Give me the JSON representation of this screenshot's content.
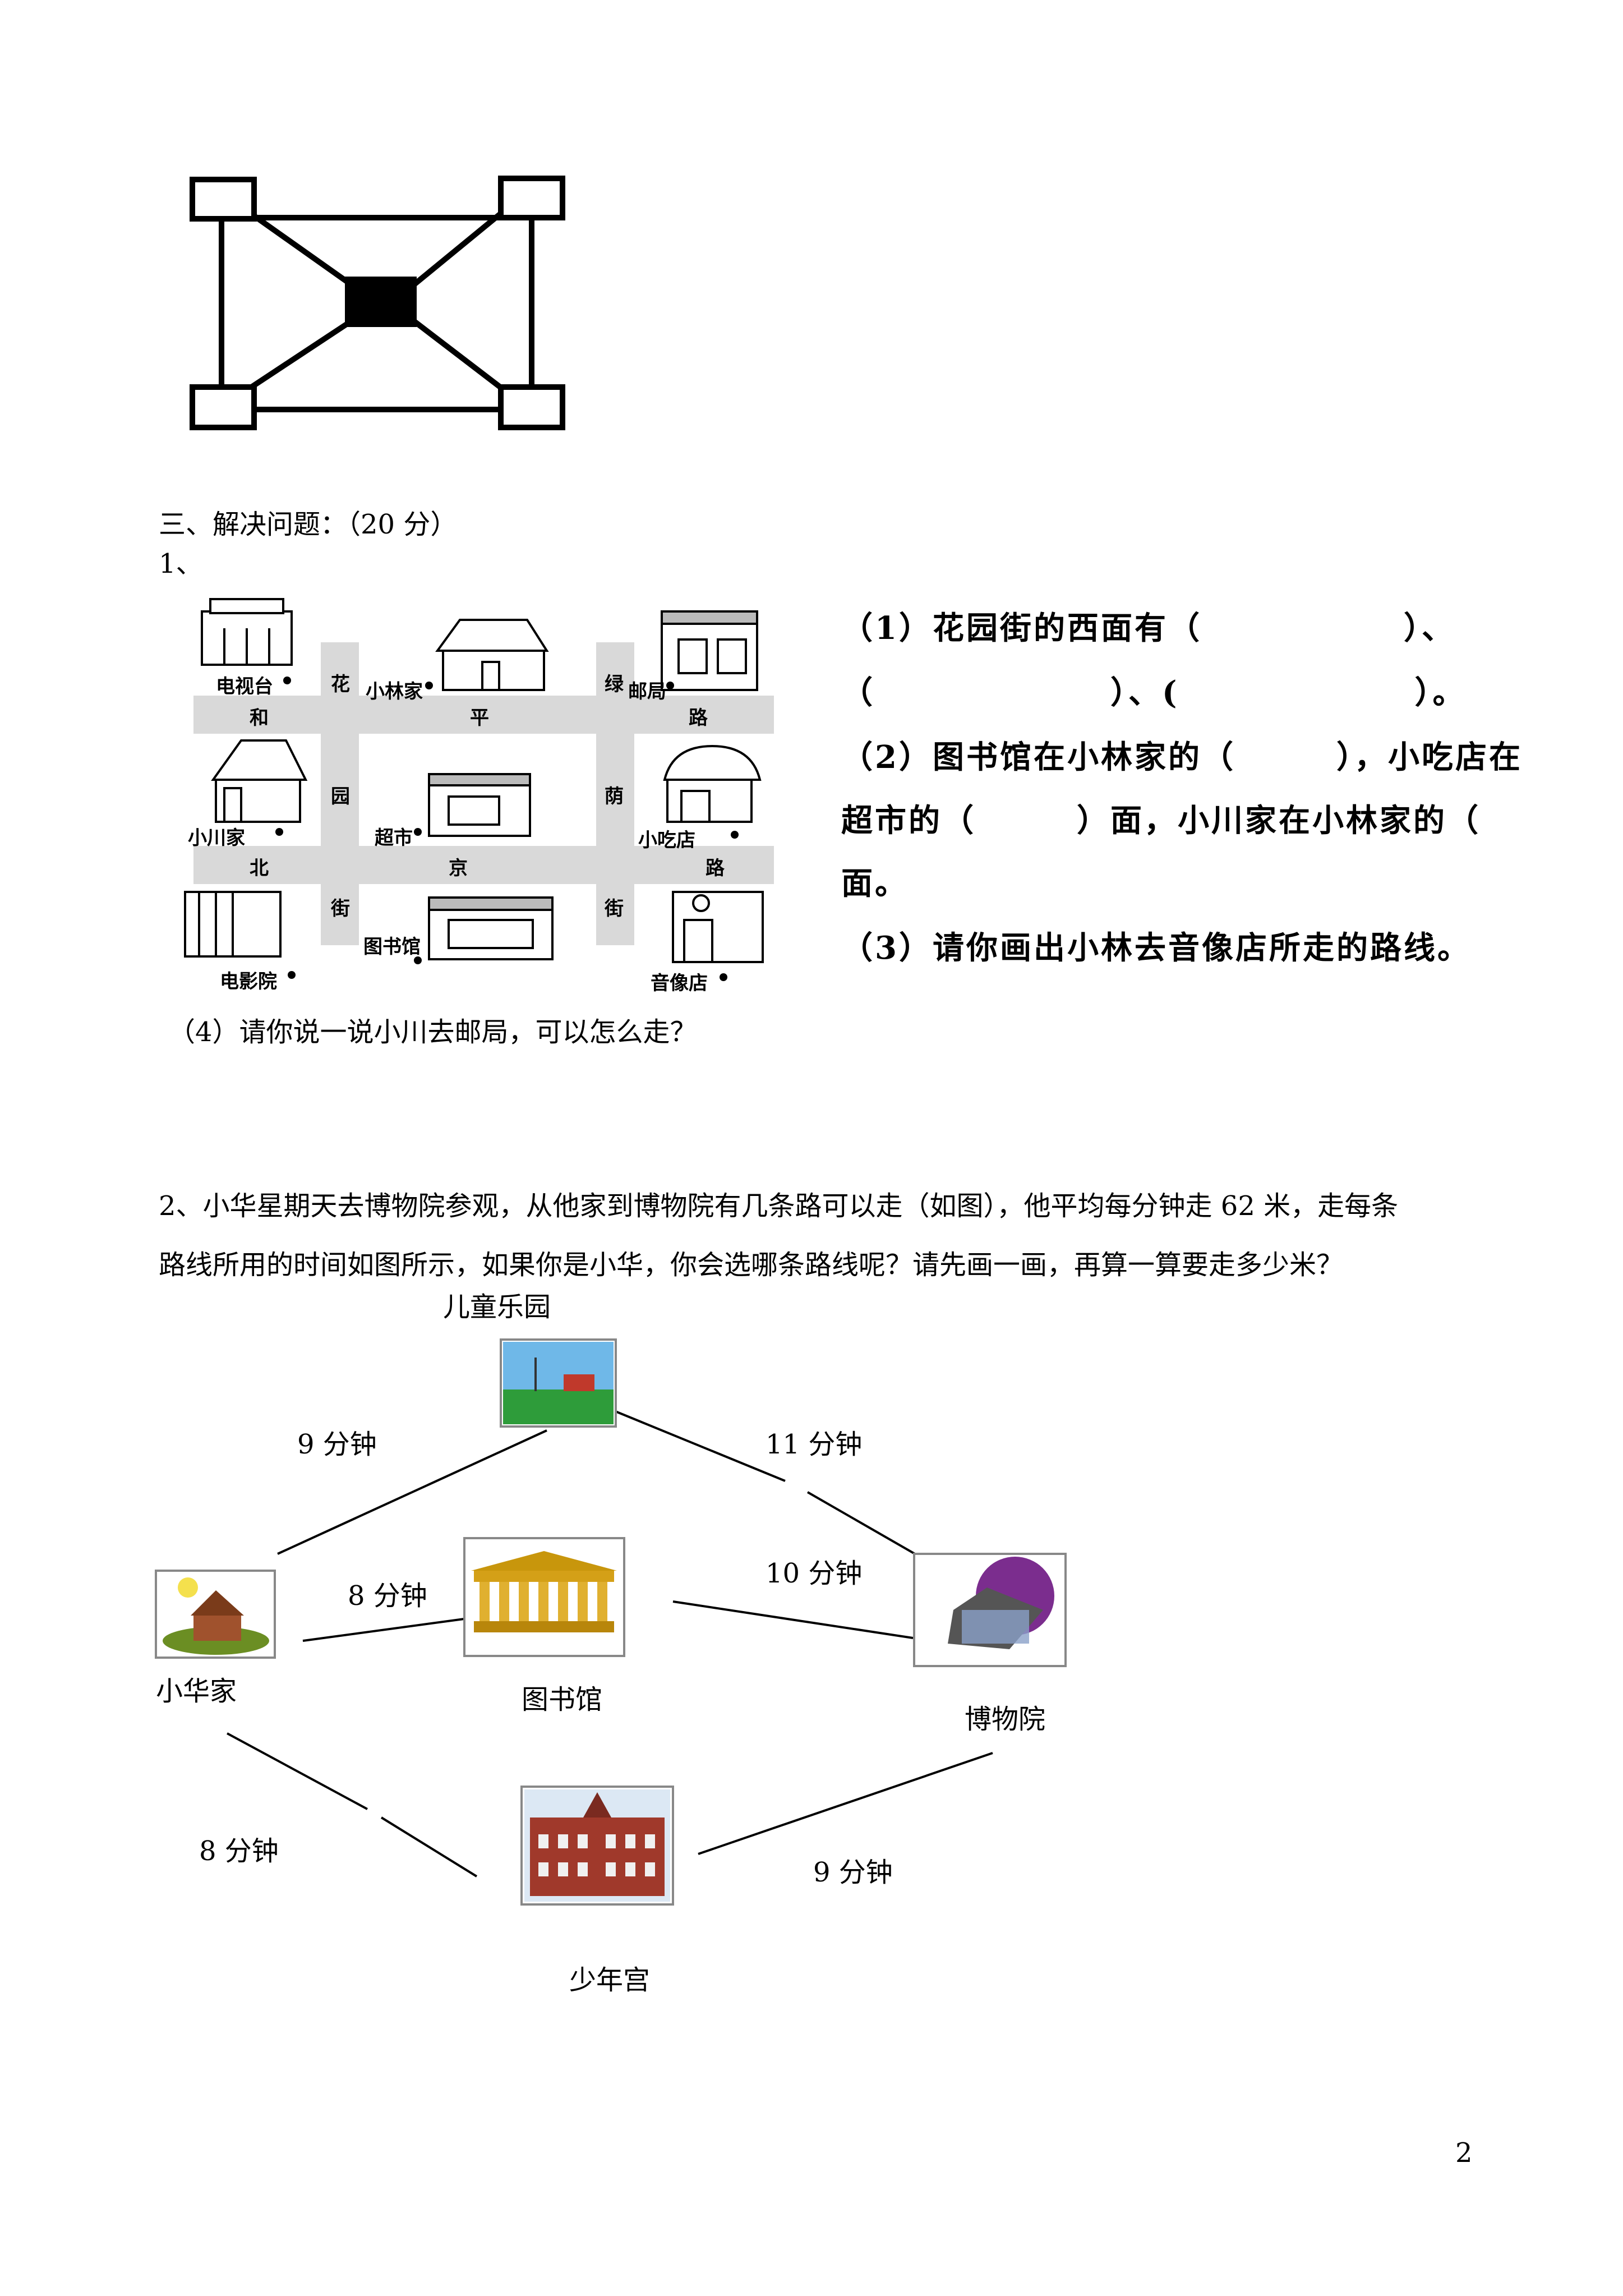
{
  "section": {
    "title": "三、解决问题：（20 分）"
  },
  "q1": {
    "number": "1、",
    "map": {
      "roads": [
        "和",
        "平",
        "路",
        "北",
        "京",
        "路",
        "花",
        "园",
        "街",
        "绿",
        "荫",
        "街"
      ],
      "places": [
        "电视台",
        "小林家",
        "邮局",
        "小川家",
        "超市",
        "小吃店",
        "电影院",
        "图书馆",
        "音像店"
      ]
    },
    "lines": [
      "（1）花园街的西面有（　　　　　　）、",
      "（　　　　　　　）、(　　　　　　　）。",
      "（2）图书馆在小林家的（　　　），小吃店在",
      "超市的（　　　）面，小川家在小林家的（",
      "面。",
      "（3）请你画出小林去音像店所走的路线。"
    ],
    "q4": "（4）请你说一说小川去邮局，可以怎么走？"
  },
  "q2": {
    "text_line1": "2、小华星期天去博物院参观，从他家到博物院有几条路可以走（如图），他平均每分钟走 62 米，走每条",
    "text_line2": "路线所用的时间如图所示，如果你是小华，你会选哪条路线呢？请先画一画，再算一算要走多少米？",
    "nodes": {
      "park": "儿童乐园",
      "home": "小华家",
      "library": "图书馆",
      "museum": "博物院",
      "palace": "少年宫"
    },
    "times": {
      "home_park": "9 分钟",
      "park_museum": "11 分钟",
      "home_library": "8 分钟",
      "library_museum": "10 分钟",
      "home_palace": "8 分钟",
      "palace_museum": "9 分钟"
    }
  },
  "page_number": "2"
}
